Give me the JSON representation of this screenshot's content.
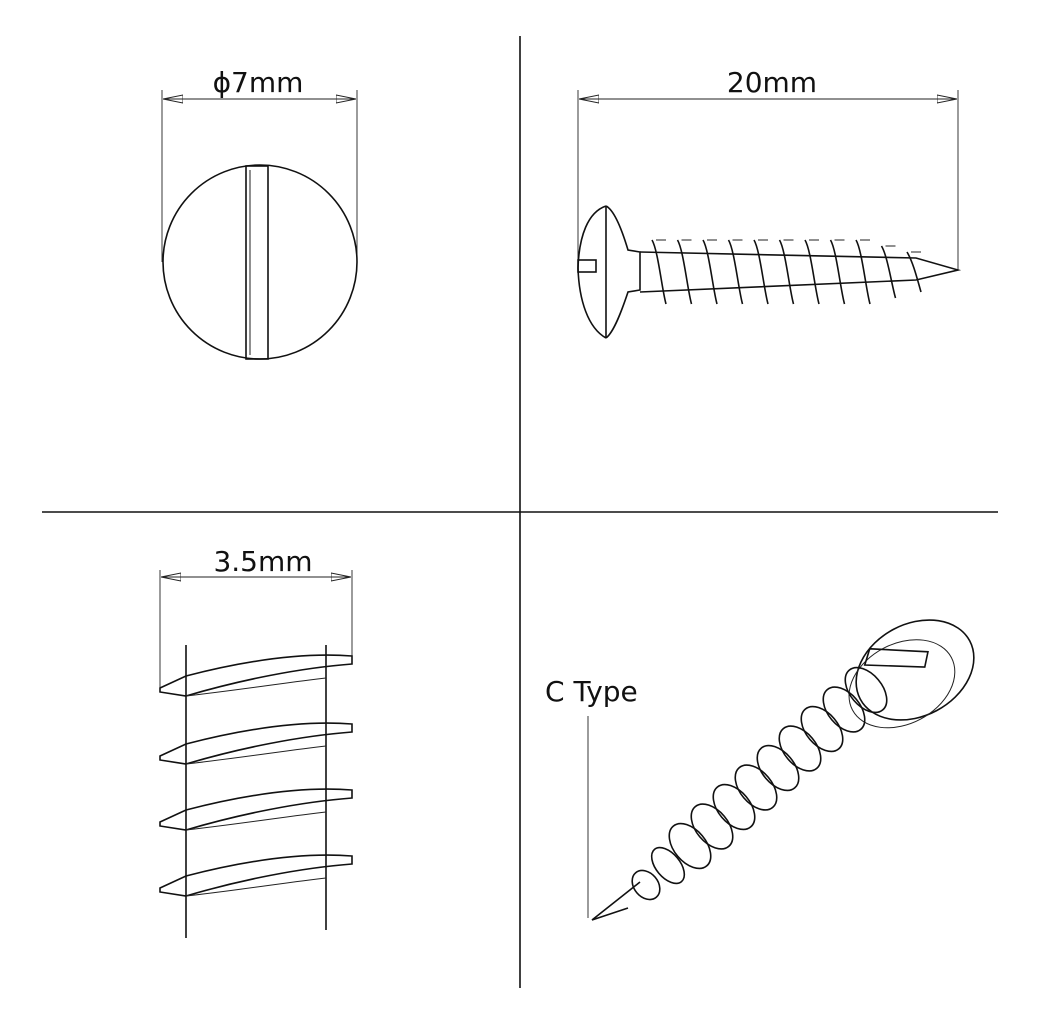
{
  "labels": {
    "diameter": "ϕ7mm",
    "length": "20mm",
    "thread_pitch": "3.5mm",
    "type": "C Type"
  }
}
